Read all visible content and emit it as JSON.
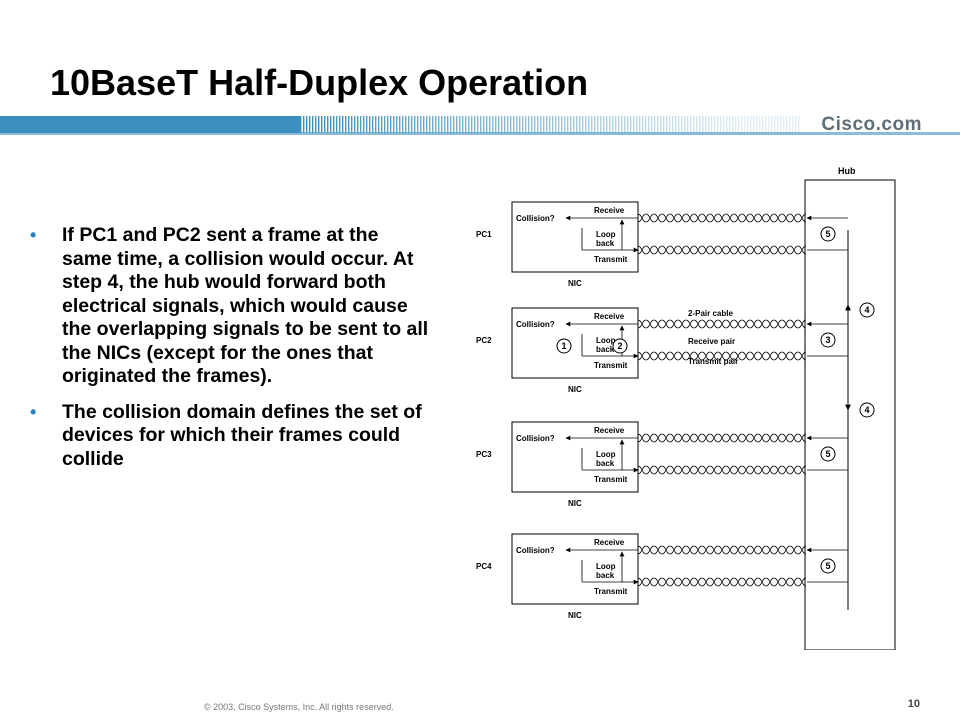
{
  "slide": {
    "title": "10BaseT Half-Duplex Operation",
    "brand": "Cisco.com",
    "footer": "© 2003, Cisco Systems, Inc. All rights reserved.",
    "page_number": "10",
    "bullets": [
      "If PC1 and PC2 sent a frame at the same time, a collision would occur.  At step 4, the hub would forward both electrical signals, which would cause the overlapping signals to be sent to all the NICs (except for the ones that originated the frames).",
      "The collision domain defines the set of devices for which their frames could collide"
    ],
    "colors": {
      "band": "#3a8fbf",
      "brand": "#5f6f7a",
      "bullet": "#2a86bd"
    }
  },
  "diagram": {
    "hub_label": "Hub",
    "cable_label": "2-Pair cable",
    "receive_pair_label": "Receive pair",
    "transmit_pair_label": "Transmit pair",
    "nic_label": "NIC",
    "collision_label": "Collision?",
    "receive_label": "Receive",
    "loop_label": "Loop",
    "back_label": "back",
    "transmit_label": "Transmit",
    "pcs": [
      {
        "name": "PC1",
        "badge": "5"
      },
      {
        "name": "PC2",
        "badge": "3",
        "steps": [
          "1",
          "2"
        ]
      },
      {
        "name": "PC3",
        "badge": "5"
      },
      {
        "name": "PC4",
        "badge": "5"
      }
    ],
    "hub_steps": [
      "4",
      "4"
    ]
  }
}
